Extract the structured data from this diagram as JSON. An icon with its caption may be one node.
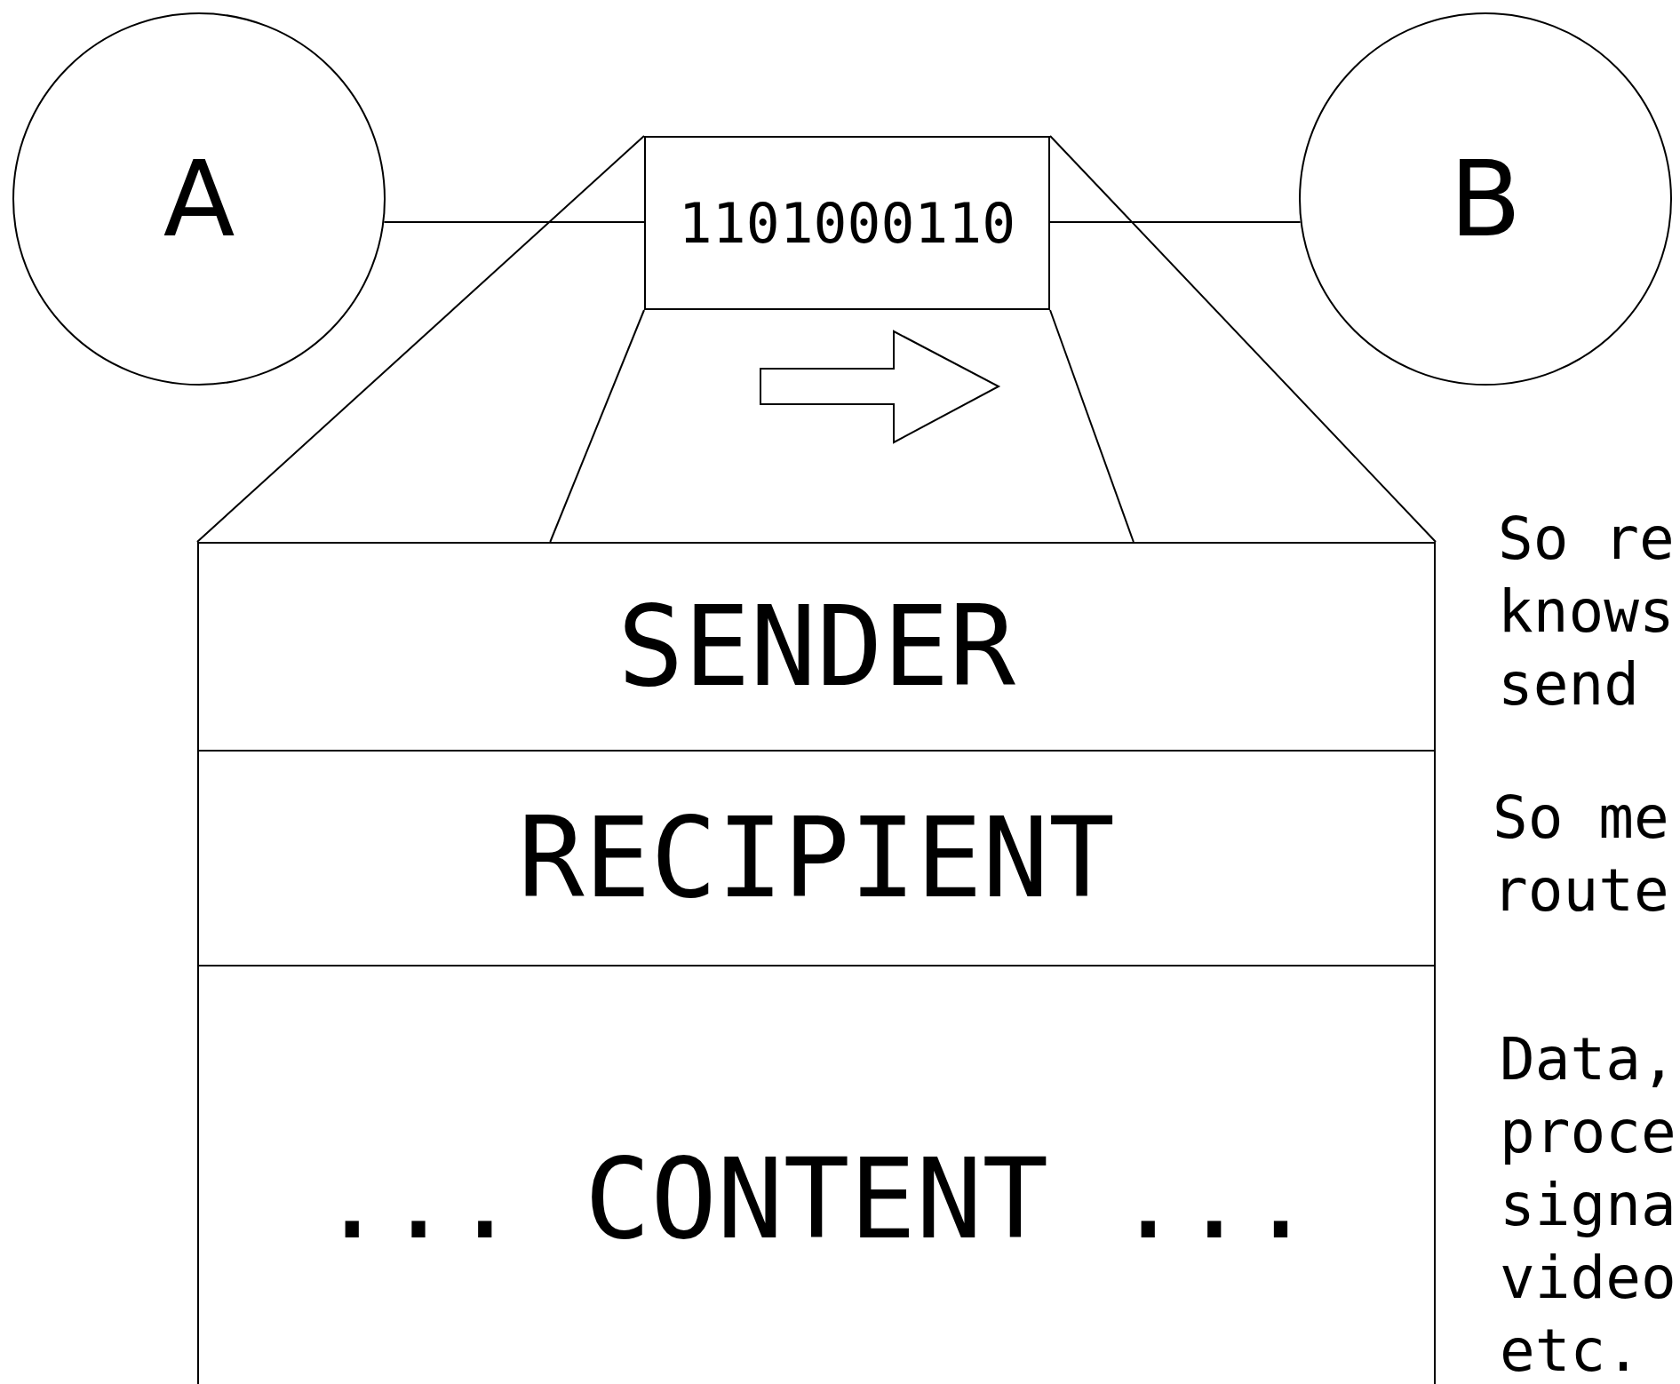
{
  "diagram": {
    "nodes": [
      {
        "text": [
          "A"
        ]
      },
      {
        "text": [
          "B"
        ]
      },
      {
        "text": [
          "1101000110"
        ]
      },
      {
        "text": [],
        "shape": "box"
      },
      {
        "text": [
          "SENDER"
        ],
        "in": 3
      },
      {
        "text": [
          "RECIPIENT"
        ],
        "in": 3
      },
      {
        "text": [
          "... CONTENT ..."
        ],
        "in": 3
      }
    ],
    "edges": [
      {
        "from": 0,
        "to": 2,
        "arrow": "none"
      },
      {
        "from": 2,
        "to": 1,
        "arrow": "none"
      },
      {
        "from": 2,
        "to": 3,
        "arrow": "none"
      },
      {
        "from": 2,
        "to": 3,
        "arrow": "none"
      },
      {
        "from": 2,
        "to": 3,
        "arrow": "none"
      },
      {
        "from": 2,
        "to": 3,
        "arrow": "none"
      }
    ],
    "labels": [
      "So re knows send",
      "So me route",
      "Data, proce signa video etc."
    ]
  }
}
